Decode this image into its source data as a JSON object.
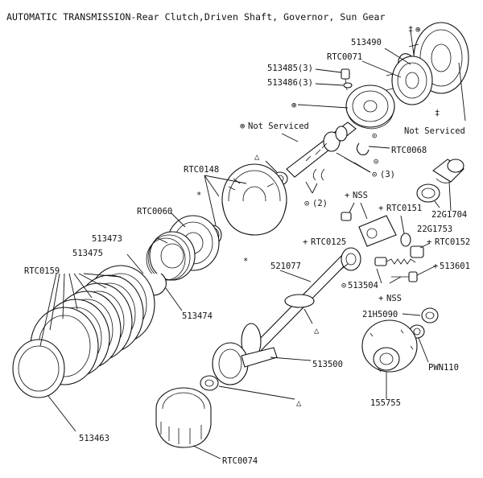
{
  "title": "AUTOMATIC TRANSMISSION-Rear Clutch,Driven Shaft, Governor, Sun Gear",
  "labels": {
    "p513490": "513490",
    "rtc0071": "RTC0071",
    "p513485": "513485(3)",
    "p513486": "513486(3)",
    "notServiced1": "Not Serviced",
    "notServiced2": "Not Serviced",
    "rtc0068": "RTC0068",
    "rtc0148": "RTC0148",
    "three": "(3)",
    "two": "(2)",
    "nss1": "NSS",
    "rtc0151": "RTC0151",
    "p22g1704": "22G1704",
    "p22g1753": "22G1753",
    "rtc0060": "RTC0060",
    "p513473": "513473",
    "rtc0125": "RTC0125",
    "rtc0152": "RTC0152",
    "p513475": "513475",
    "p521077": "521077",
    "p513601": "513601",
    "rtc0159": "RTC0159",
    "p513504": "513504",
    "nss2": "NSS",
    "p513474": "513474",
    "p21h5090": "21H5090",
    "p513500": "513500",
    "pwn110": "PWN110",
    "p513463": "513463",
    "p155755": "155755",
    "rtc0074": "RTC0074"
  },
  "symbols": {
    "circle_plus": "⊕",
    "circle_dot": "⊙",
    "triangle": "△",
    "plus": "+",
    "asterisk": "*",
    "dagger": "‡"
  }
}
